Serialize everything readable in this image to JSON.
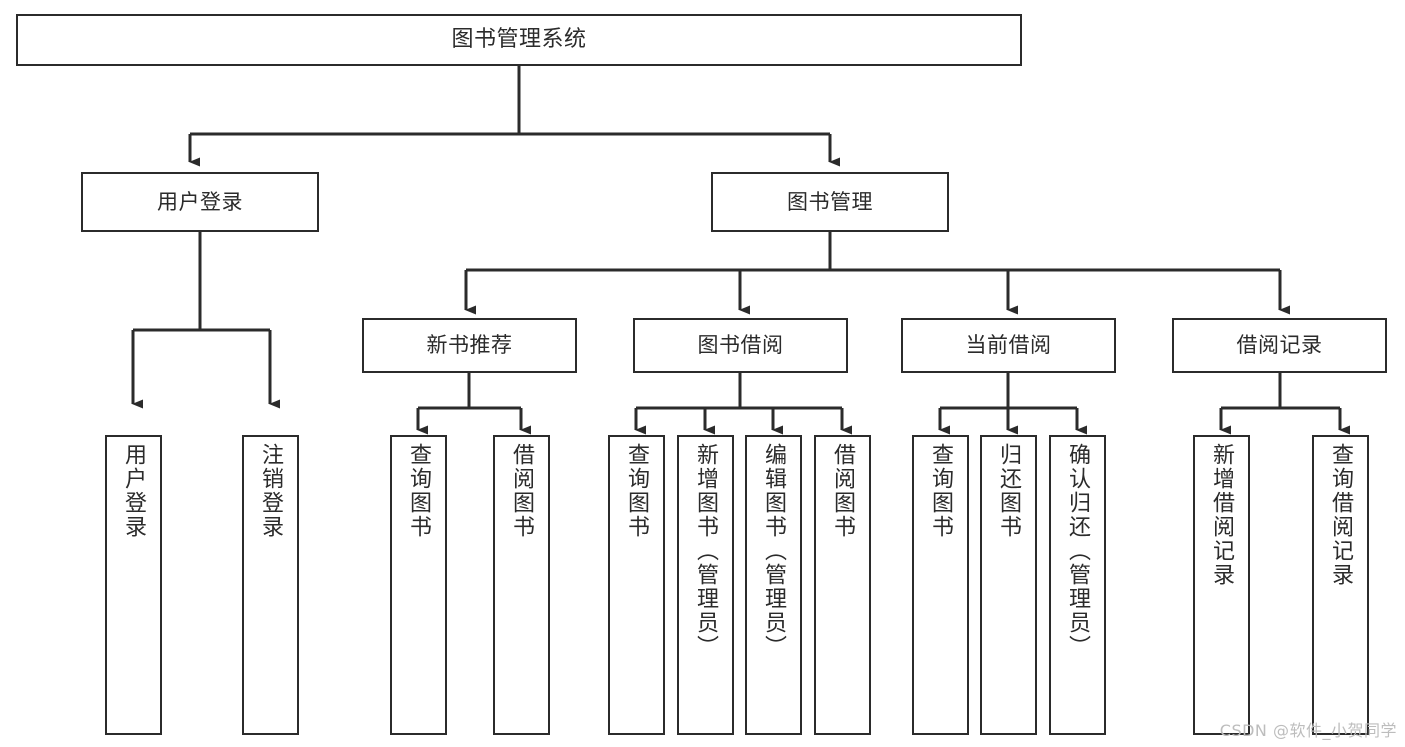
{
  "diagram": {
    "type": "tree",
    "title": "图书管理系统",
    "orientation": "top-down",
    "colors": {
      "node_border": "#2b2b2b",
      "node_fill": "#ffffff",
      "edge": "#2b2b2b",
      "text": "#2b2b2b",
      "watermark": "#bdbdbd",
      "background": "#ffffff"
    }
  },
  "nodes": {
    "root": {
      "label": "图书管理系统"
    },
    "level2": [
      {
        "label": "用户登录"
      },
      {
        "label": "图书管理"
      }
    ],
    "level3": [
      {
        "label": "新书推荐"
      },
      {
        "label": "图书借阅"
      },
      {
        "label": "当前借阅"
      },
      {
        "label": "借阅记录"
      }
    ],
    "leaves_user_login": [
      {
        "label": "用户登录"
      },
      {
        "label": "注销登录"
      }
    ],
    "leaves_new_book": [
      {
        "label": "查询图书"
      },
      {
        "label": "借阅图书"
      }
    ],
    "leaves_borrow": [
      {
        "label": "查询图书"
      },
      {
        "label": "新增图书（管理员）"
      },
      {
        "label": "编辑图书（管理员）"
      },
      {
        "label": "借阅图书"
      }
    ],
    "leaves_current": [
      {
        "label": "查询图书"
      },
      {
        "label": "归还图书"
      },
      {
        "label": "确认归还（管理员）"
      }
    ],
    "leaves_record": [
      {
        "label": "新增借阅记录"
      },
      {
        "label": "查询借阅记录"
      }
    ]
  },
  "watermark": {
    "text": "CSDN @软件_小贺同学"
  }
}
